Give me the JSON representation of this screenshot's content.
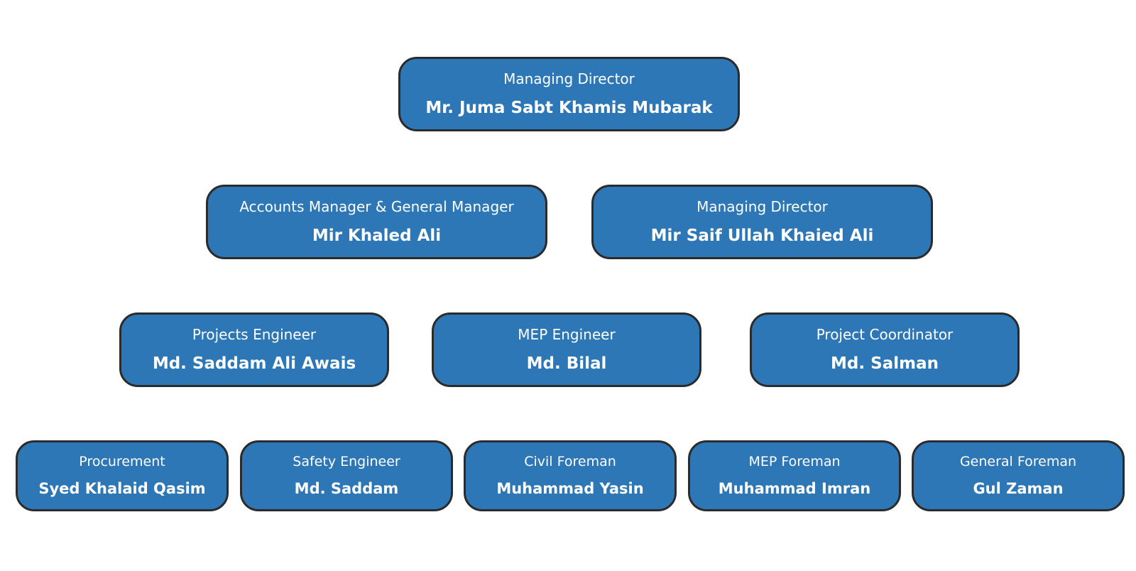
{
  "colors": {
    "node_fill": "#2d77b6",
    "node_border": "#2b2b2b",
    "text": "#ffffff",
    "background": "#ffffff"
  },
  "org": {
    "level1": [
      {
        "role": "Managing Director",
        "name": "Mr. Juma Sabt Khamis Mubarak"
      }
    ],
    "level2": [
      {
        "role": "Accounts Manager & General Manager",
        "name": "Mir Khaled Ali"
      },
      {
        "role": "Managing Director",
        "name": "Mir Saif Ullah Khaied Ali"
      }
    ],
    "level3": [
      {
        "role": "Projects Engineer",
        "name": "Md. Saddam Ali Awais"
      },
      {
        "role": "MEP Engineer",
        "name": "Md. Bilal"
      },
      {
        "role": "Project Coordinator",
        "name": "Md. Salman"
      }
    ],
    "level4": [
      {
        "role": "Procurement",
        "name": "Syed Khalaid Qasim"
      },
      {
        "role": "Safety Engineer",
        "name": "Md. Saddam"
      },
      {
        "role": "Civil Foreman",
        "name": "Muhammad Yasin"
      },
      {
        "role": "MEP Foreman",
        "name": "Muhammad Imran"
      },
      {
        "role": "General Foreman",
        "name": "Gul Zaman"
      }
    ]
  }
}
